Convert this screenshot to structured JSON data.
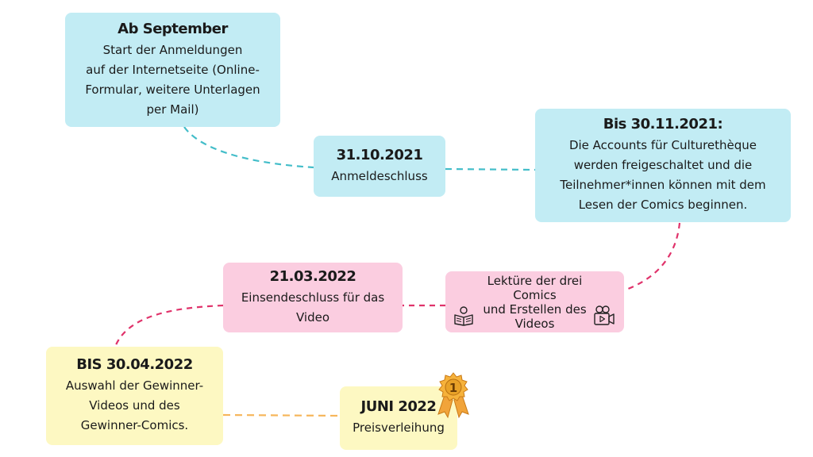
{
  "colors": {
    "blue_box": "#c2ecf4",
    "pink_box": "#fbcde0",
    "yellow_box": "#fdf8c2",
    "blue_line": "#43bdc9",
    "pink_line": "#e0336b",
    "orange_line": "#f6b65b",
    "medal_gold": "#e9a228"
  },
  "timeline": {
    "september": {
      "title": "Ab September",
      "text": "Start der Anmeldungen\nauf der Internetseite (Online-\nFormular, weitere Unterlagen\nper Mail)"
    },
    "october": {
      "title": "31.10.2021",
      "text": "Anmeldeschluss"
    },
    "november": {
      "title": "Bis 30.11.2021:",
      "text": "Die Accounts für Culturethèque\nwerden freigeschaltet und die\nTeilnehmer*innen können mit dem\nLesen der Comics beginnen."
    },
    "reading": {
      "text": "Lektüre der drei Comics\nund Erstellen des\nVideos",
      "icons": [
        "book-reading-icon",
        "video-camera-icon"
      ]
    },
    "march": {
      "title": "21.03.2022",
      "text": "Einsendeschluss für das\nVideo"
    },
    "april": {
      "title": "BIS 30.04.2022",
      "text": "Auswahl der Gewinner-\nVideos und des\nGewinner-Comics."
    },
    "june": {
      "title": "JUNI 2022",
      "text": "Preisverleihung",
      "medal_number": "1",
      "medal_icon": "medal-icon"
    }
  }
}
